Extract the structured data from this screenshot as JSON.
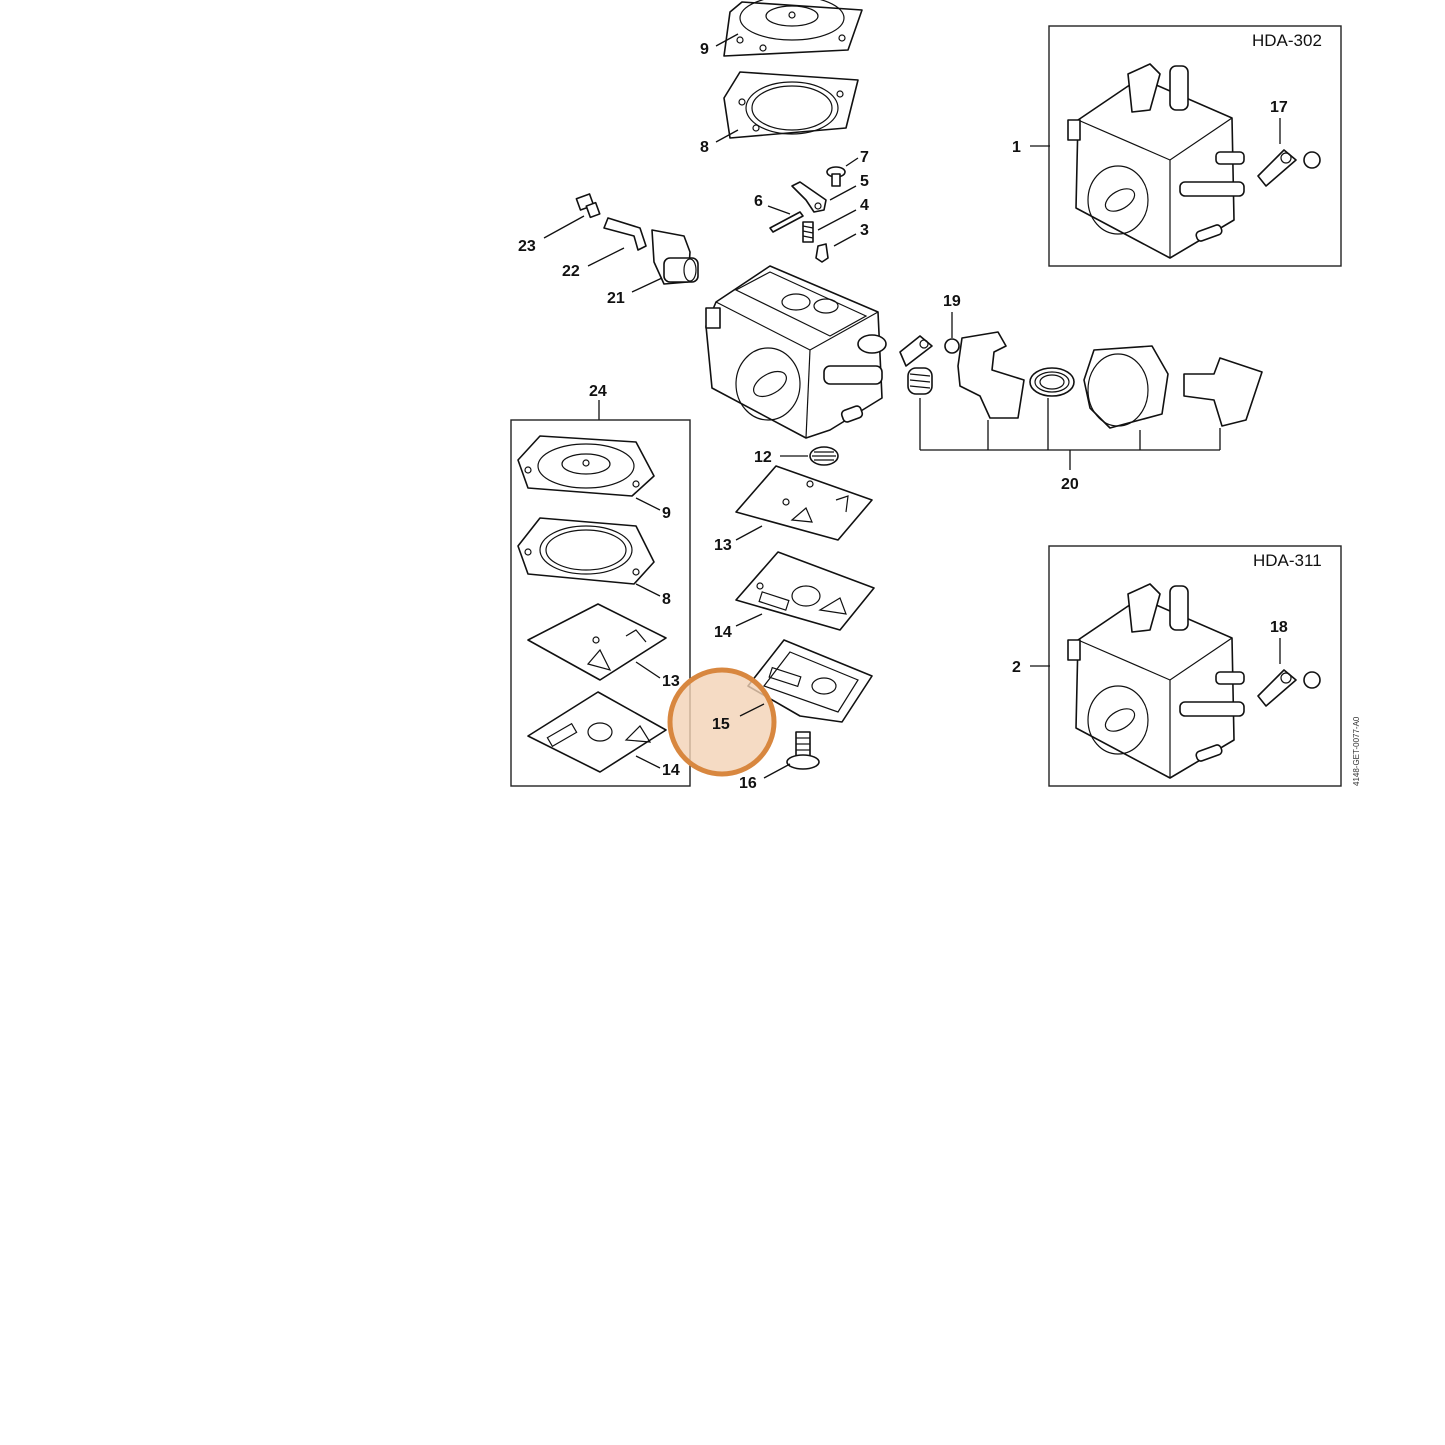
{
  "diagram": {
    "drawing_code": "4148-GET-0077-A0",
    "highlight_color": "#d8873f",
    "highlight_fill": "#f3d2b5",
    "highlighted_part": "15",
    "callouts": {
      "c1": "1",
      "c2": "2",
      "c3": "3",
      "c4": "4",
      "c5": "5",
      "c6": "6",
      "c7": "7",
      "c8_top": "8",
      "c9_top": "9",
      "c12": "12",
      "c13_mid": "13",
      "c14_mid": "14",
      "c15": "15",
      "c16": "16",
      "c17": "17",
      "c18": "18",
      "c19": "19",
      "c20": "20",
      "c21": "21",
      "c22": "22",
      "c23": "23",
      "c24": "24",
      "c9_kit": "9",
      "c8_kit": "8",
      "c13_kit": "13",
      "c14_kit": "14"
    },
    "boxes": {
      "hda302": "HDA-302",
      "hda311": "HDA-311"
    }
  }
}
